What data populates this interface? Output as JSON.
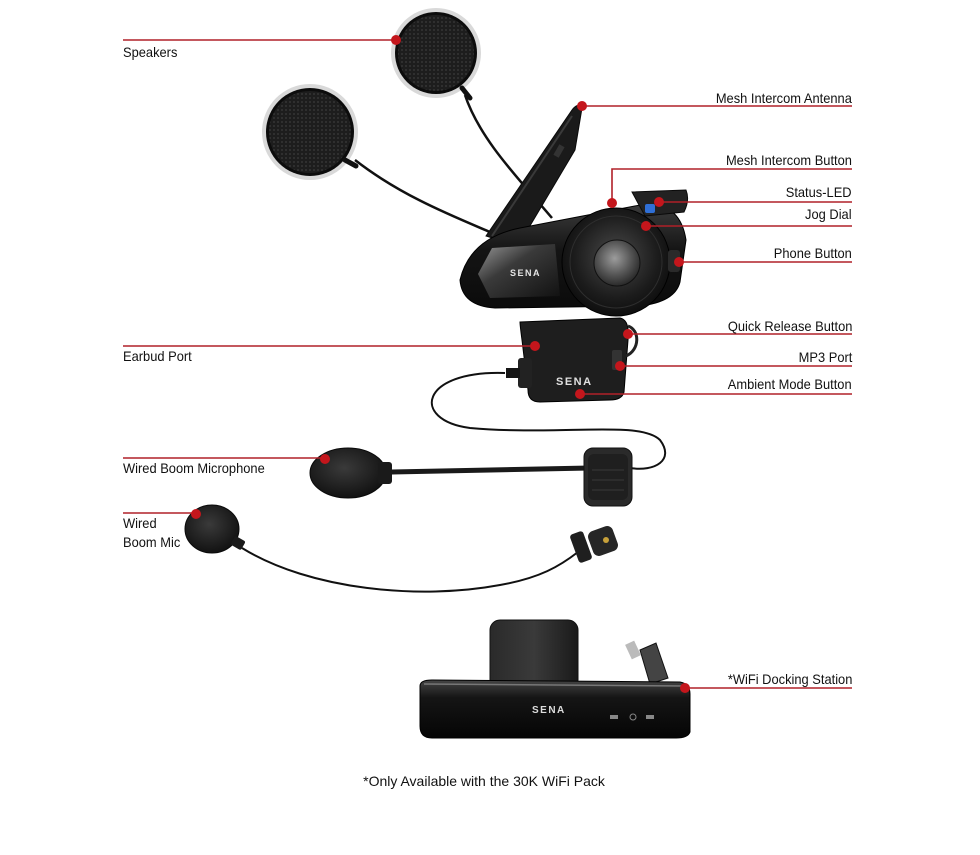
{
  "labels": {
    "speakers": "Speakers",
    "mesh_antenna": "Mesh Intercom Antenna",
    "mesh_button": "Mesh Intercom Button",
    "status_led": "Status-LED",
    "jog_dial": "Jog Dial",
    "phone_button": "Phone Button",
    "quick_release": "Quick Release Button",
    "earbud_port": "Earbud Port",
    "mp3_port": "MP3 Port",
    "ambient_mode": "Ambient Mode Button",
    "wired_boom": "Wired Boom Microphone",
    "wired_boom_mic_line1": "Wired",
    "wired_boom_mic_line2": "Boom Mic",
    "docking": "*WiFi Docking Station"
  },
  "brand": {
    "logo_text": "SENA"
  },
  "footnote": "*Only Available with the 30K WiFi Pack",
  "colors": {
    "leader": "#b02028",
    "dot": "#c4161c",
    "device": "#1c1c1c"
  }
}
